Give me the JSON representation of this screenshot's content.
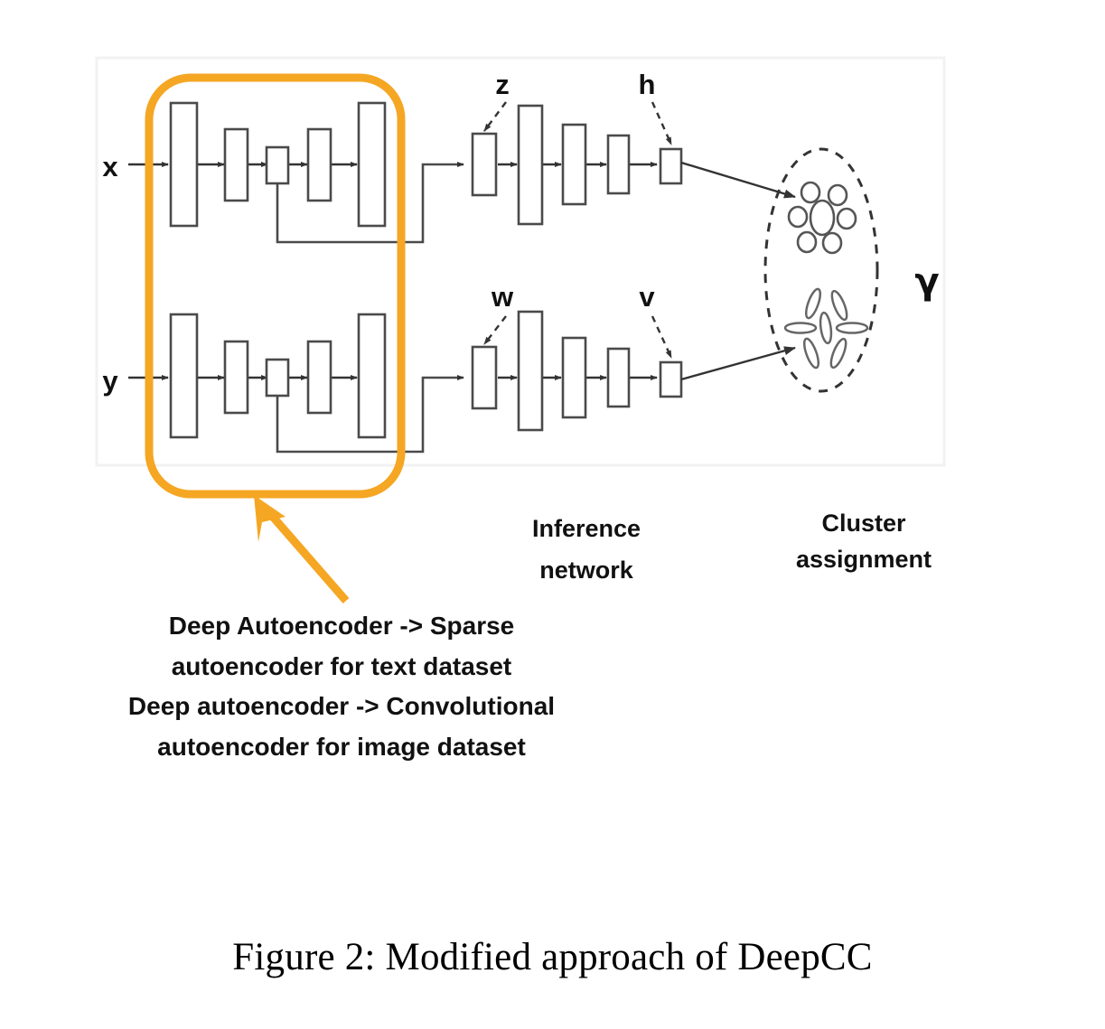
{
  "figure": {
    "caption": "Figure 2: Modified approach of DeepCC",
    "input_labels": {
      "top": "x",
      "bottom": "y"
    },
    "latent_labels": {
      "top_first": "z",
      "top_second": "h",
      "bottom_first": "w",
      "bottom_second": "v"
    },
    "cluster_symbol": "γ",
    "section_labels": {
      "inference_line1": "Inference",
      "inference_line2": "network",
      "cluster_line1": "Cluster",
      "cluster_line2": "assignment"
    },
    "annotation": {
      "line1": "Deep Autoencoder -> Sparse",
      "line2": "autoencoder for text dataset",
      "line3": "Deep autoencoder -> Convolutional",
      "line4": "autoencoder for image dataset"
    },
    "colors": {
      "highlight": "#F5A623",
      "stroke": "#4a4a4a",
      "text": "#111111",
      "frame": "#f0f0f0",
      "background": "#ffffff"
    }
  },
  "chart_data": {
    "type": "diagram",
    "title": "Modified approach of DeepCC",
    "branches": [
      {
        "name": "top-branch",
        "input": "x",
        "autoencoder_layers": [
          5,
          3,
          2,
          3,
          5
        ],
        "inference_layers": [
          2,
          6,
          4,
          3,
          2
        ],
        "inference_annotations": [
          "z",
          "h"
        ],
        "cluster_target": "circles-cluster"
      },
      {
        "name": "bottom-branch",
        "input": "y",
        "autoencoder_layers": [
          5,
          3,
          2,
          3,
          5
        ],
        "inference_layers": [
          2,
          6,
          4,
          3,
          2
        ],
        "inference_annotations": [
          "w",
          "v"
        ],
        "cluster_target": "ellipses-cluster"
      }
    ],
    "highlighted_region": "deep-autoencoder-group",
    "cluster_output": "γ"
  }
}
